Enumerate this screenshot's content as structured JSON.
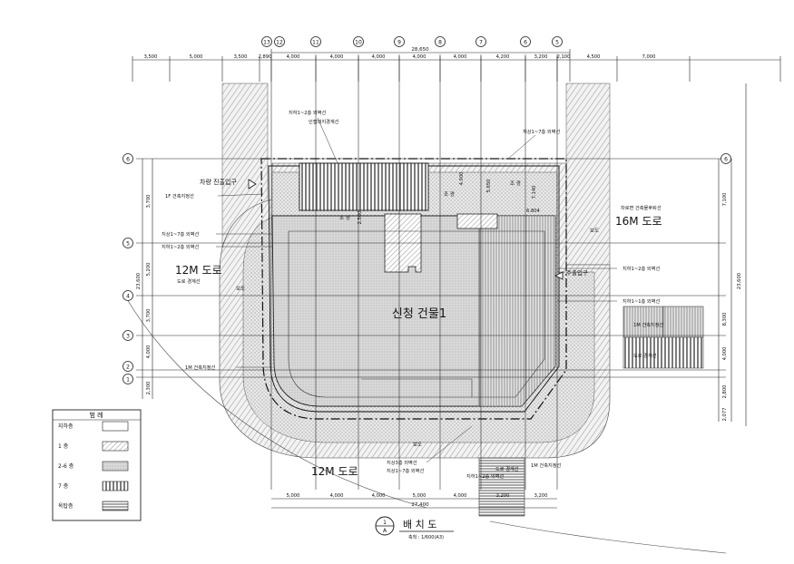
{
  "title": "배 치 도",
  "scale": "축척 : 1/600(A3)",
  "title_badge": {
    "top": "1",
    "bottom": "A"
  },
  "building_label": "신청 건물1",
  "roads": {
    "west": "12M 도로",
    "east": "16M 도로",
    "south": "12M 도로"
  },
  "sidewalk": "보도",
  "labels": {
    "vehicle_entrance": "차량 진출입구",
    "main_entrance": "주출입구",
    "road_boundary_west": "도로 경계선",
    "road_boundary_east": "차로변 건축물후퇴선",
    "basement_wall": "지하1~2층 외벽선",
    "site_boundary": "인접대지경계선",
    "upper_floor_wall": "지상1~7층 외벽선",
    "landscape": "조 경",
    "landscape_2": "조 경",
    "landscape_3": "조 경",
    "floor1_setback": "1F 건축지정선",
    "west_wall_a": "지상1~7층 외벽선",
    "west_wall_b": "지하1~2층 외벽선",
    "east_wall_a": "지하1~2층 외벽선",
    "east_wall_b": "지하1~1층 외벽선",
    "east_note_a": "1M 건축지정선",
    "east_note_b": "도로 경계선",
    "bottom_setback": "1M 건축지정선",
    "south_wall_a": "지상3층 외벽선",
    "south_wall_b": "지상1~7층 외벽선",
    "south_note": "1M 건축지정선",
    "gate_a": "도로 경계선",
    "gate_b": "지하1~2층 외벽선",
    "dist_a": "4.900",
    "dist_b": "5.650",
    "dist_c": "7.140",
    "dist_d": "6.804",
    "dist_e": "2.500"
  },
  "grid_bubbles": [
    "13",
    "12",
    "11",
    "10",
    "9",
    "8",
    "7",
    "6",
    "5"
  ],
  "side_bubbles": [
    "6",
    "5",
    "4",
    "3",
    "2",
    "1"
  ],
  "top_total": "28,650",
  "top_dims": [
    "3,500",
    "5,000",
    "3,500",
    "2,890",
    "4,000",
    "4,000",
    "4,000",
    "4,000",
    "4,000",
    "4,200",
    "3,200",
    "2,100",
    "4,500",
    "7,000"
  ],
  "bottom_total": "27,400",
  "bottom_dims": [
    "5,000",
    "4,000",
    "4,000",
    "5,000",
    "4,000",
    "3,200",
    "3,200"
  ],
  "left_dims": [
    "3,700",
    "5,200",
    "3,700",
    "4,000",
    "2,300"
  ],
  "left_total": "23,600",
  "right_dims": [
    "7,100",
    "8,300",
    "4,000",
    "2,800",
    "2,077"
  ],
  "right_total": "23,600",
  "legend": {
    "title": "범 례",
    "items": [
      "지하층",
      "1 층",
      "2-6 층",
      "7 층",
      "옥탑층"
    ]
  }
}
